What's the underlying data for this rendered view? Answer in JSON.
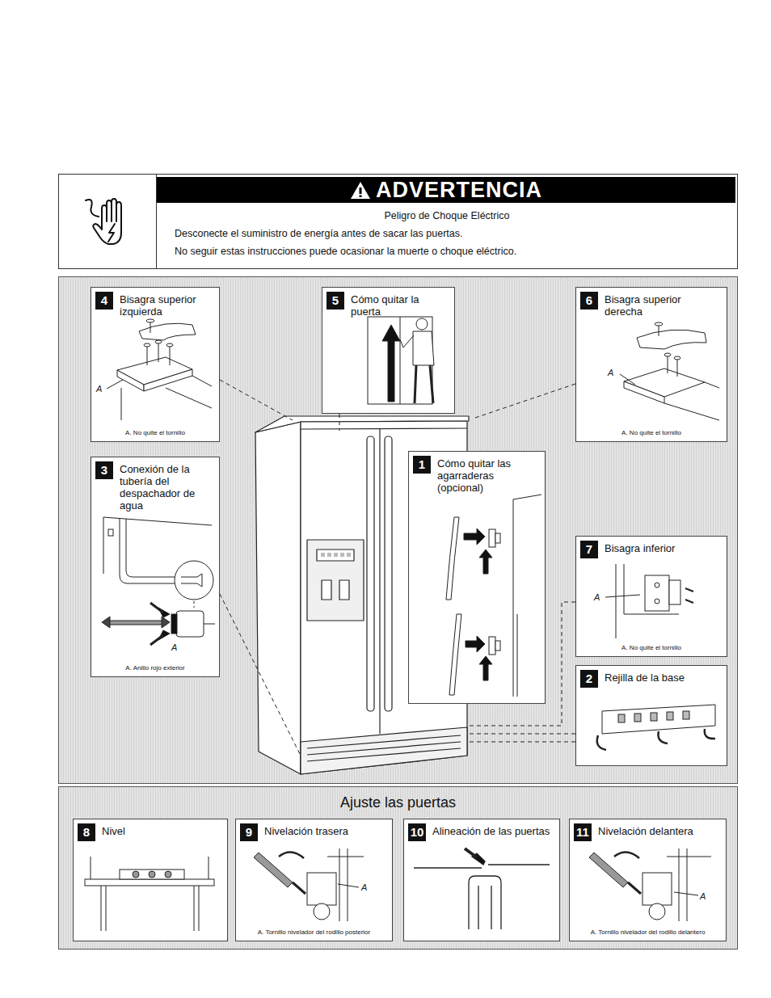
{
  "diagram": {
    "nodes": [
      {
        "text": [
          "ADVERTENCIA",
          "Peligro de Choque Eléctrico",
          "Desconecte el suministro de energía antes de sacar las puertas.",
          "No seguir estas instrucciones puede ocasionar la muerte o choque eléctrico."
        ]
      },
      {
        "text": [
          "4",
          "Bisagra superior izquierda",
          "A. No quite el tornillo"
        ]
      },
      {
        "text": [
          "5",
          "Cómo quitar la puerta"
        ]
      },
      {
        "text": [
          "6",
          "Bisagra superior derecha",
          "A. No quite el tornillo"
        ]
      },
      {
        "text": [
          "3",
          "Conexión de la tubería del despachador de agua",
          "A. Anillo rojo exterior"
        ]
      },
      {
        "text": [
          "1",
          "Cómo quitar las agarraderas (opcional)"
        ]
      },
      {
        "text": [
          "7",
          "Bisagra inferior",
          "A. No quite el tornillo"
        ]
      },
      {
        "text": [
          "2",
          "Rejilla de la base"
        ]
      },
      {
        "text": [
          "Ajuste las puertas"
        ]
      },
      {
        "text": [
          "8",
          "Nivel"
        ],
        "in": 8
      },
      {
        "text": [
          "9",
          "Nivelación trasera",
          "A. Tornillo nivelador del rodillo posterior"
        ],
        "in": 8
      },
      {
        "text": [
          "10",
          "Alineación de las puertas"
        ],
        "in": 8
      },
      {
        "text": [
          "11",
          "Nivelación delantera",
          "A. Tornillo nivelador del rodillo delantero"
        ],
        "in": 8
      }
    ],
    "labels": [
      "A",
      "A",
      "A",
      "A",
      "A",
      "A"
    ]
  }
}
